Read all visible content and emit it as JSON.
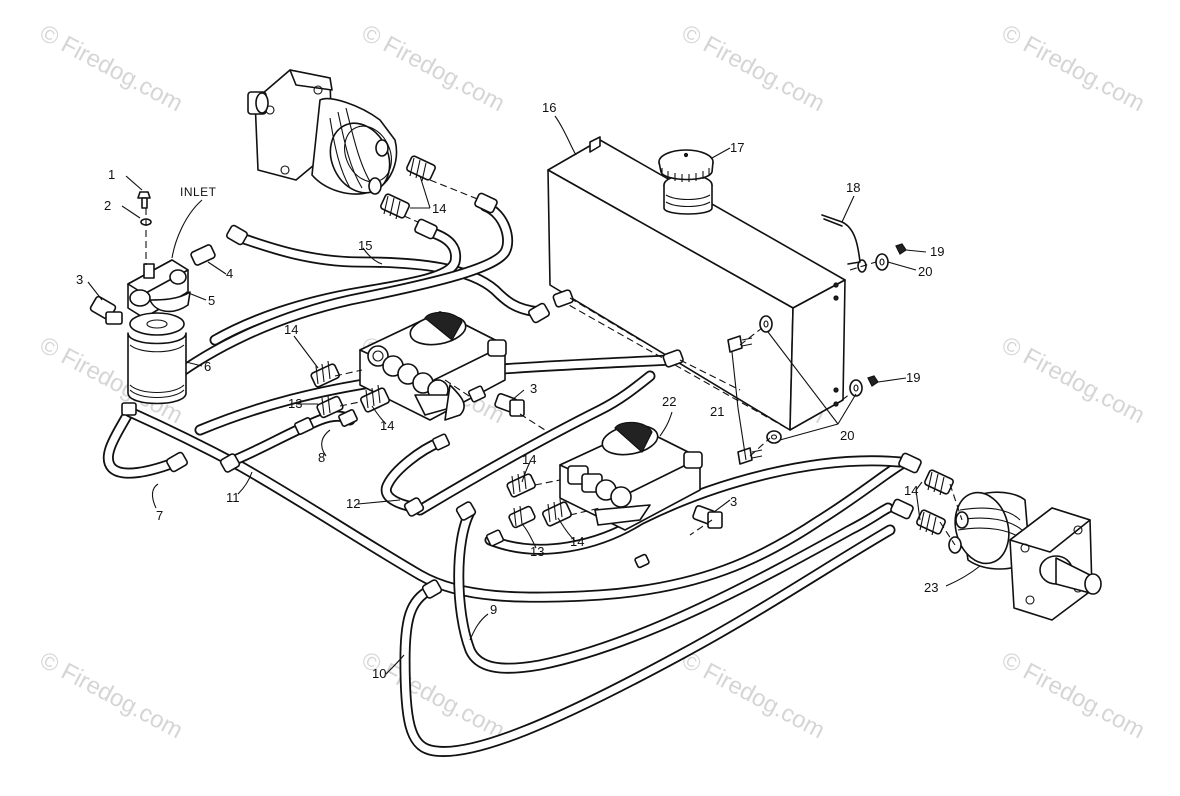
{
  "watermark": "© Firedog.com",
  "inlet_label": "INLET",
  "callouts": [
    "1",
    "2",
    "3",
    "4",
    "5",
    "6",
    "7",
    "8",
    "9",
    "10",
    "11",
    "12",
    "13",
    "14",
    "15",
    "16",
    "17",
    "18",
    "19",
    "20",
    "21",
    "22",
    "23",
    "3",
    "3",
    "13",
    "13",
    "14",
    "14",
    "14",
    "14",
    "14",
    "19",
    "20",
    "21"
  ]
}
